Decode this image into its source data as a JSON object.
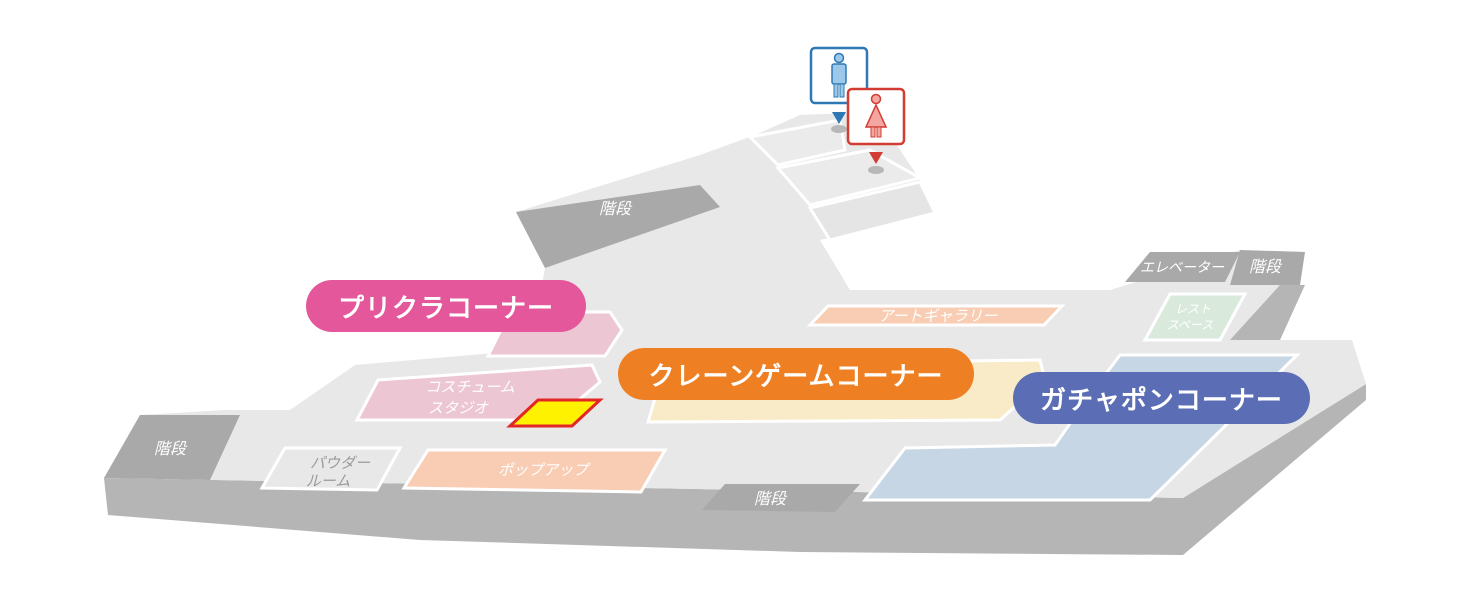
{
  "corners": {
    "purikura": {
      "label": "プリクラコーナー",
      "color": "#E4589B"
    },
    "crane": {
      "label": "クレーンゲームコーナー",
      "color": "#EE7F22"
    },
    "gacha": {
      "label": "ガチャポンコーナー",
      "color": "#5B6EB5"
    }
  },
  "areas": {
    "art_gallery": "アートギャラリー",
    "costume_studio_line1": "コスチューム",
    "costume_studio_line2": "スタジオ",
    "powder_room_line1": "パウダー",
    "powder_room_line2": "ルーム",
    "popup": "ポップアップ",
    "rest_space_line1": "レスト",
    "rest_space_line2": "スペース",
    "elevator": "エレベーター"
  },
  "stairs": {
    "top": "階段",
    "left": "階段",
    "bottom": "階段",
    "right": "階段"
  },
  "icons": {
    "mens_restroom": "male-restroom-icon",
    "womens_restroom": "female-restroom-icon"
  },
  "colors": {
    "floor": "#E8E8E8",
    "floor_side": "#B5B5B5",
    "stairs": "#A9A9A9",
    "purikura_area": "#EDC6D4",
    "crane_area": "#F9EBC8",
    "gacha_area": "#C7D6E4",
    "popup_area": "#F9CDB3",
    "rest_area": "#D9EADD",
    "highlight": "#FFF200",
    "highlight_border": "#E32626",
    "men": "#2E79B5",
    "women": "#D23C32"
  }
}
